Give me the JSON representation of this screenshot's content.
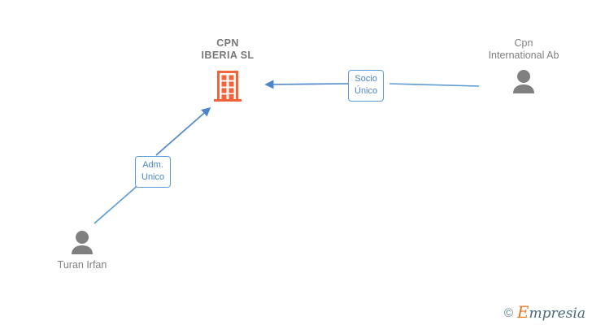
{
  "diagram": {
    "type": "corporate-relations-graph",
    "background_color": "#ffffff",
    "nodes": [
      {
        "id": "company",
        "kind": "company",
        "label": "CPN\nIBERIA  SL",
        "icon": "building-icon",
        "icon_color": "#f4633a"
      },
      {
        "id": "shareholder",
        "kind": "person",
        "label": "Cpn\nInternational Ab",
        "icon": "person-icon",
        "icon_color": "#808080"
      },
      {
        "id": "administrator",
        "kind": "person",
        "label": "Turan Irfan",
        "icon": "person-icon",
        "icon_color": "#808080"
      }
    ],
    "edges": [
      {
        "id": "socio-unico",
        "from": "shareholder",
        "to": "company",
        "label": "Socio\nÚnico",
        "color": "#5b9bd5"
      },
      {
        "id": "adm-unico",
        "from": "administrator",
        "to": "company",
        "label": "Adm.\nUnico",
        "color": "#5b9bd5"
      }
    ]
  },
  "watermark": {
    "copyright": "©",
    "brand_initial": "E",
    "brand_rest": "mpresia",
    "initial_color": "#e8761f",
    "text_color": "#4a6b7c"
  }
}
